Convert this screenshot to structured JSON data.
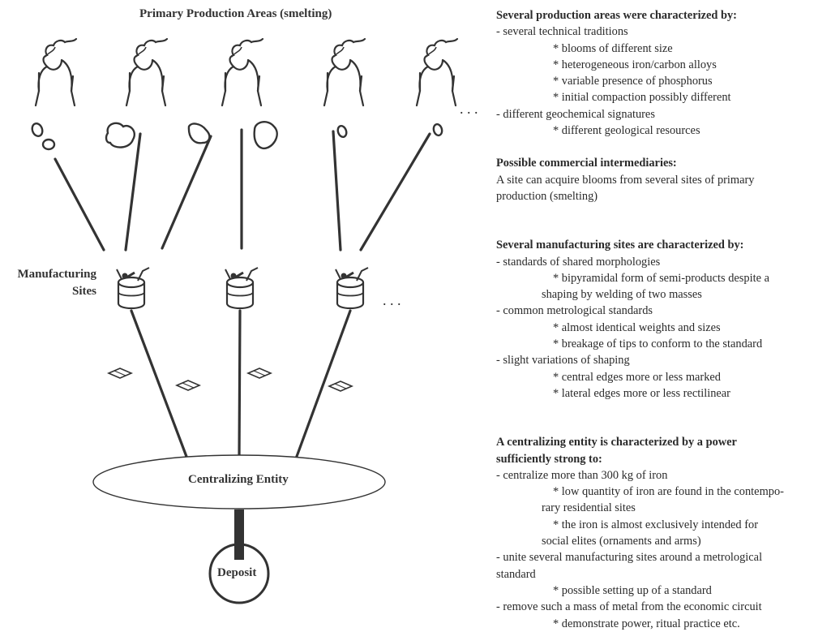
{
  "diagram": {
    "title": "Primary Production Areas (smelting)",
    "manufacturing_label_line1": "Manufacturing",
    "manufacturing_label_line2": "Sites",
    "entity_label": "Centralizing Entity",
    "deposit_label": "Deposit",
    "ellipsis_top": ". . .",
    "ellipsis_mid": ". . ."
  },
  "notes": {
    "s1_title": "Several production areas were characterized by:",
    "s1_l1": "- several technical traditions",
    "s1_l2": "* blooms of different size",
    "s1_l3": "* heterogeneous iron/carbon alloys",
    "s1_l4": "* variable presence of phosphorus",
    "s1_l5": "* initial compaction possibly different",
    "s1_l6": "- different geochemical signatures",
    "s1_l7": "* different geological resources",
    "s2_title": "Possible commercial intermediaries:",
    "s2_l1": "A site can acquire blooms from several sites of primary",
    "s2_l2": "production (smelting)",
    "s3_title": "Several manufacturing sites are characterized by:",
    "s3_l1": "- standards of shared morphologies",
    "s3_l2": "* bipyramidal form of semi-products despite a",
    "s3_l3": "shaping by welding of two masses",
    "s3_l4": "- common metrological standards",
    "s3_l5": "* almost identical weights and sizes",
    "s3_l6": "* breakage of tips to conform to the standard",
    "s3_l7": "- slight variations of shaping",
    "s3_l8": "* central edges more or less marked",
    "s3_l9": "* lateral edges more or less rectilinear",
    "s4_title1": "A centralizing entity is characterized by a power",
    "s4_title2": "sufficiently strong to:",
    "s4_l1": "- centralize more than 300 kg of iron",
    "s4_l2": "* low quantity of iron are found in the contempo-",
    "s4_l3": "rary residential sites",
    "s4_l4": "* the iron is almost exclusively intended for",
    "s4_l5": "social elites (ornaments and arms)",
    "s4_l6": "- unite several manufacturing sites around a metrological",
    "s4_l7": "standard",
    "s4_l8": "* possible setting up of a standard",
    "s4_l9": "- remove such a mass of metal from the economic circuit",
    "s4_l10": "* demonstrate power, ritual practice etc."
  }
}
